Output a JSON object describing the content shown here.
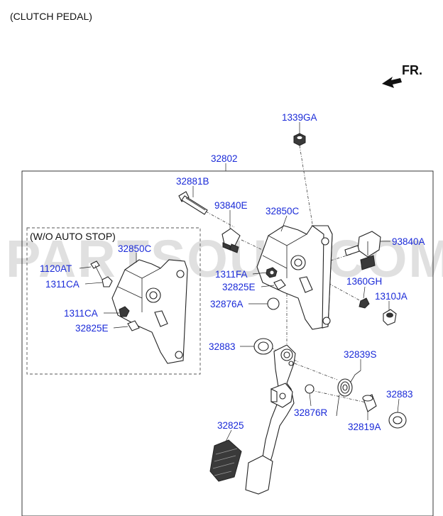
{
  "header": {
    "title": "(CLUTCH PEDAL)"
  },
  "direction": {
    "label": "FR."
  },
  "inset": {
    "title": "(W/O AUTO STOP)"
  },
  "watermark": {
    "text": "PARTSOUQ.COM"
  },
  "labels": {
    "p1339GA": "1339GA",
    "p32802": "32802",
    "p32881B": "32881B",
    "p93840E": "93840E",
    "p32850C_main": "32850C",
    "p93840A": "93840A",
    "p1311FA": "1311FA",
    "p32825E_main": "32825E",
    "p1360GH": "1360GH",
    "p1310JA": "1310JA",
    "p32876A": "32876A",
    "p32883_left": "32883",
    "p32839S": "32839S",
    "p32876R": "32876R",
    "p32883_right": "32883",
    "p32819A": "32819A",
    "p32825": "32825",
    "p32850C_inset": "32850C",
    "p1120AT": "1120AT",
    "p1311CA_upper": "1311CA",
    "p1311CA_lower": "1311CA",
    "p32825E_inset": "32825E"
  },
  "colors": {
    "label": "#1a2ad8",
    "line": "#222222",
    "watermark": "#c8c8c8"
  }
}
